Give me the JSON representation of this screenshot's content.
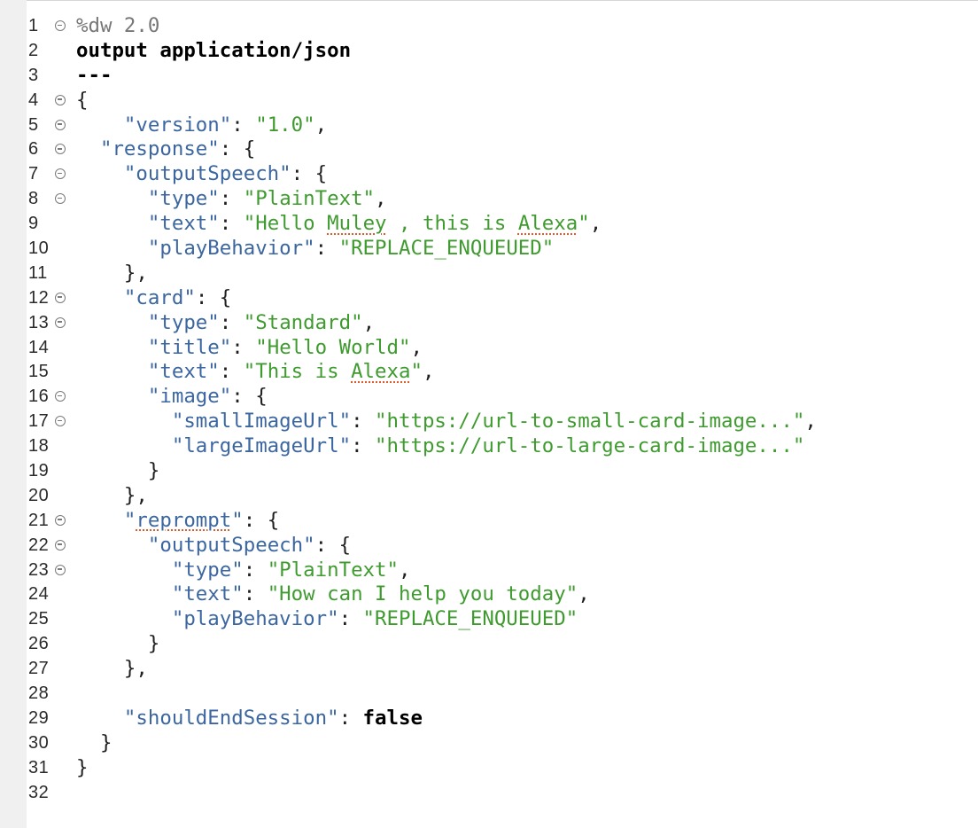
{
  "editor": {
    "lines": [
      {
        "number": "1",
        "fold": true,
        "indent": "",
        "segments": [
          {
            "cls": "gray",
            "text": "%dw 2.0"
          }
        ]
      },
      {
        "number": "2",
        "fold": false,
        "indent": "",
        "segments": [
          {
            "cls": "kw",
            "text": "output application/json"
          }
        ]
      },
      {
        "number": "3",
        "fold": false,
        "indent": "",
        "segments": [
          {
            "cls": "kw",
            "text": "---"
          }
        ]
      },
      {
        "number": "4",
        "fold": true,
        "indent": "",
        "segments": [
          {
            "cls": "pun",
            "text": "{"
          }
        ]
      },
      {
        "number": "5",
        "fold": true,
        "indent": "    ",
        "segments": [
          {
            "cls": "key",
            "text": "\"version\""
          },
          {
            "cls": "pun",
            "text": ": "
          },
          {
            "cls": "str",
            "text": "\"1.0\""
          },
          {
            "cls": "pun",
            "text": ","
          }
        ]
      },
      {
        "number": "6",
        "fold": true,
        "indent": "  ",
        "segments": [
          {
            "cls": "key",
            "text": "\"response\""
          },
          {
            "cls": "pun",
            "text": ": {"
          }
        ]
      },
      {
        "number": "7",
        "fold": true,
        "indent": "    ",
        "segments": [
          {
            "cls": "key",
            "text": "\"outputSpeech\""
          },
          {
            "cls": "pun",
            "text": ": {"
          }
        ]
      },
      {
        "number": "8",
        "fold": true,
        "indent": "      ",
        "segments": [
          {
            "cls": "key",
            "text": "\"type\""
          },
          {
            "cls": "pun",
            "text": ": "
          },
          {
            "cls": "str",
            "text": "\"PlainText\""
          },
          {
            "cls": "pun",
            "text": ","
          }
        ]
      },
      {
        "number": "9",
        "fold": false,
        "indent": "      ",
        "segments": [
          {
            "cls": "key",
            "text": "\"text\""
          },
          {
            "cls": "pun",
            "text": ": "
          },
          {
            "cls": "str",
            "text": "\"Hello "
          },
          {
            "cls": "str spell",
            "text": "Muley"
          },
          {
            "cls": "str",
            "text": " , this is "
          },
          {
            "cls": "str spell",
            "text": "Alexa"
          },
          {
            "cls": "str",
            "text": "\""
          },
          {
            "cls": "pun",
            "text": ","
          }
        ]
      },
      {
        "number": "10",
        "fold": false,
        "indent": "      ",
        "segments": [
          {
            "cls": "key",
            "text": "\"playBehavior\""
          },
          {
            "cls": "pun",
            "text": ": "
          },
          {
            "cls": "str",
            "text": "\"REPLACE_ENQUEUED\""
          }
        ]
      },
      {
        "number": "11",
        "fold": false,
        "indent": "    ",
        "segments": [
          {
            "cls": "pun",
            "text": "},"
          }
        ]
      },
      {
        "number": "12",
        "fold": true,
        "indent": "    ",
        "segments": [
          {
            "cls": "key",
            "text": "\"card\""
          },
          {
            "cls": "pun",
            "text": ": {"
          }
        ]
      },
      {
        "number": "13",
        "fold": true,
        "indent": "      ",
        "segments": [
          {
            "cls": "key",
            "text": "\"type\""
          },
          {
            "cls": "pun",
            "text": ": "
          },
          {
            "cls": "str",
            "text": "\"Standard\""
          },
          {
            "cls": "pun",
            "text": ","
          }
        ]
      },
      {
        "number": "14",
        "fold": false,
        "indent": "      ",
        "segments": [
          {
            "cls": "key",
            "text": "\"title\""
          },
          {
            "cls": "pun",
            "text": ": "
          },
          {
            "cls": "str",
            "text": "\"Hello World\""
          },
          {
            "cls": "pun",
            "text": ","
          }
        ]
      },
      {
        "number": "15",
        "fold": false,
        "indent": "      ",
        "segments": [
          {
            "cls": "key",
            "text": "\"text\""
          },
          {
            "cls": "pun",
            "text": ": "
          },
          {
            "cls": "str",
            "text": "\"This is "
          },
          {
            "cls": "str spell",
            "text": "Alexa"
          },
          {
            "cls": "str",
            "text": "\""
          },
          {
            "cls": "pun",
            "text": ","
          }
        ]
      },
      {
        "number": "16",
        "fold": true,
        "indent": "      ",
        "segments": [
          {
            "cls": "key",
            "text": "\"image\""
          },
          {
            "cls": "pun",
            "text": ": {"
          }
        ]
      },
      {
        "number": "17",
        "fold": true,
        "indent": "        ",
        "segments": [
          {
            "cls": "key",
            "text": "\"smallImageUrl\""
          },
          {
            "cls": "pun",
            "text": ": "
          },
          {
            "cls": "str",
            "text": "\"https://url-to-small-card-image...\""
          },
          {
            "cls": "pun",
            "text": ","
          }
        ]
      },
      {
        "number": "18",
        "fold": false,
        "indent": "        ",
        "segments": [
          {
            "cls": "key",
            "text": "\"largeImageUrl\""
          },
          {
            "cls": "pun",
            "text": ": "
          },
          {
            "cls": "str",
            "text": "\"https://url-to-large-card-image...\""
          }
        ]
      },
      {
        "number": "19",
        "fold": false,
        "indent": "      ",
        "segments": [
          {
            "cls": "pun",
            "text": "}"
          }
        ]
      },
      {
        "number": "20",
        "fold": false,
        "indent": "    ",
        "segments": [
          {
            "cls": "pun",
            "text": "},"
          }
        ]
      },
      {
        "number": "21",
        "fold": true,
        "indent": "    ",
        "segments": [
          {
            "cls": "key",
            "text": "\""
          },
          {
            "cls": "key spell",
            "text": "reprompt"
          },
          {
            "cls": "key",
            "text": "\""
          },
          {
            "cls": "pun",
            "text": ": {"
          }
        ]
      },
      {
        "number": "22",
        "fold": true,
        "indent": "      ",
        "segments": [
          {
            "cls": "key",
            "text": "\"outputSpeech\""
          },
          {
            "cls": "pun",
            "text": ": {"
          }
        ]
      },
      {
        "number": "23",
        "fold": true,
        "indent": "        ",
        "segments": [
          {
            "cls": "key",
            "text": "\"type\""
          },
          {
            "cls": "pun",
            "text": ": "
          },
          {
            "cls": "str",
            "text": "\"PlainText\""
          },
          {
            "cls": "pun",
            "text": ","
          }
        ]
      },
      {
        "number": "24",
        "fold": false,
        "indent": "        ",
        "segments": [
          {
            "cls": "key",
            "text": "\"text\""
          },
          {
            "cls": "pun",
            "text": ": "
          },
          {
            "cls": "str",
            "text": "\"How can I help you today\""
          },
          {
            "cls": "pun",
            "text": ","
          }
        ]
      },
      {
        "number": "25",
        "fold": false,
        "indent": "        ",
        "segments": [
          {
            "cls": "key",
            "text": "\"playBehavior\""
          },
          {
            "cls": "pun",
            "text": ": "
          },
          {
            "cls": "str",
            "text": "\"REPLACE_ENQUEUED\""
          }
        ]
      },
      {
        "number": "26",
        "fold": false,
        "indent": "      ",
        "segments": [
          {
            "cls": "pun",
            "text": "}"
          }
        ]
      },
      {
        "number": "27",
        "fold": false,
        "indent": "    ",
        "segments": [
          {
            "cls": "pun",
            "text": "},"
          }
        ]
      },
      {
        "number": "28",
        "fold": false,
        "indent": "",
        "segments": []
      },
      {
        "number": "29",
        "fold": false,
        "indent": "    ",
        "segments": [
          {
            "cls": "key",
            "text": "\"shouldEndSession\""
          },
          {
            "cls": "pun",
            "text": ": "
          },
          {
            "cls": "kw",
            "text": "false"
          }
        ]
      },
      {
        "number": "30",
        "fold": false,
        "indent": "  ",
        "segments": [
          {
            "cls": "pun",
            "text": "}"
          }
        ]
      },
      {
        "number": "31",
        "fold": false,
        "indent": "",
        "segments": [
          {
            "cls": "pun",
            "text": "}"
          }
        ]
      },
      {
        "number": "32",
        "fold": false,
        "indent": "",
        "segments": []
      }
    ]
  }
}
